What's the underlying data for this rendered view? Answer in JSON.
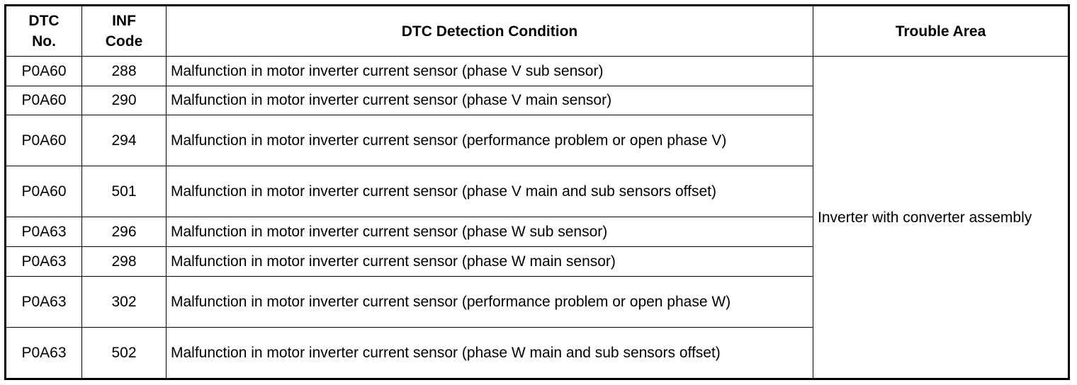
{
  "table": {
    "headers": {
      "dtc_no": [
        "DTC",
        "No."
      ],
      "inf_code": [
        "INF",
        "Code"
      ],
      "condition": "DTC Detection Condition",
      "trouble_area": "Trouble Area"
    },
    "rows": [
      {
        "dtc": "P0A60",
        "inf": "288",
        "condition": "Malfunction in motor inverter current sensor (phase V sub sensor)"
      },
      {
        "dtc": "P0A60",
        "inf": "290",
        "condition": "Malfunction in motor inverter current sensor (phase V main sensor)"
      },
      {
        "dtc": "P0A60",
        "inf": "294",
        "condition": "Malfunction in motor inverter current sensor (performance problem or open phase V)"
      },
      {
        "dtc": "P0A60",
        "inf": "501",
        "condition": "Malfunction in motor inverter current sensor (phase V main and sub sensors offset)"
      },
      {
        "dtc": "P0A63",
        "inf": "296",
        "condition": "Malfunction in motor inverter current sensor (phase W sub sensor)"
      },
      {
        "dtc": "P0A63",
        "inf": "298",
        "condition": "Malfunction in motor inverter current sensor (phase W main sensor)"
      },
      {
        "dtc": "P0A63",
        "inf": "302",
        "condition": "Malfunction in motor inverter current sensor (performance problem or open phase W)"
      },
      {
        "dtc": "P0A63",
        "inf": "502",
        "condition": "Malfunction in motor inverter current sensor (phase W main and sub sensors offset)"
      }
    ],
    "trouble_area": "Inverter with converter assembly"
  }
}
